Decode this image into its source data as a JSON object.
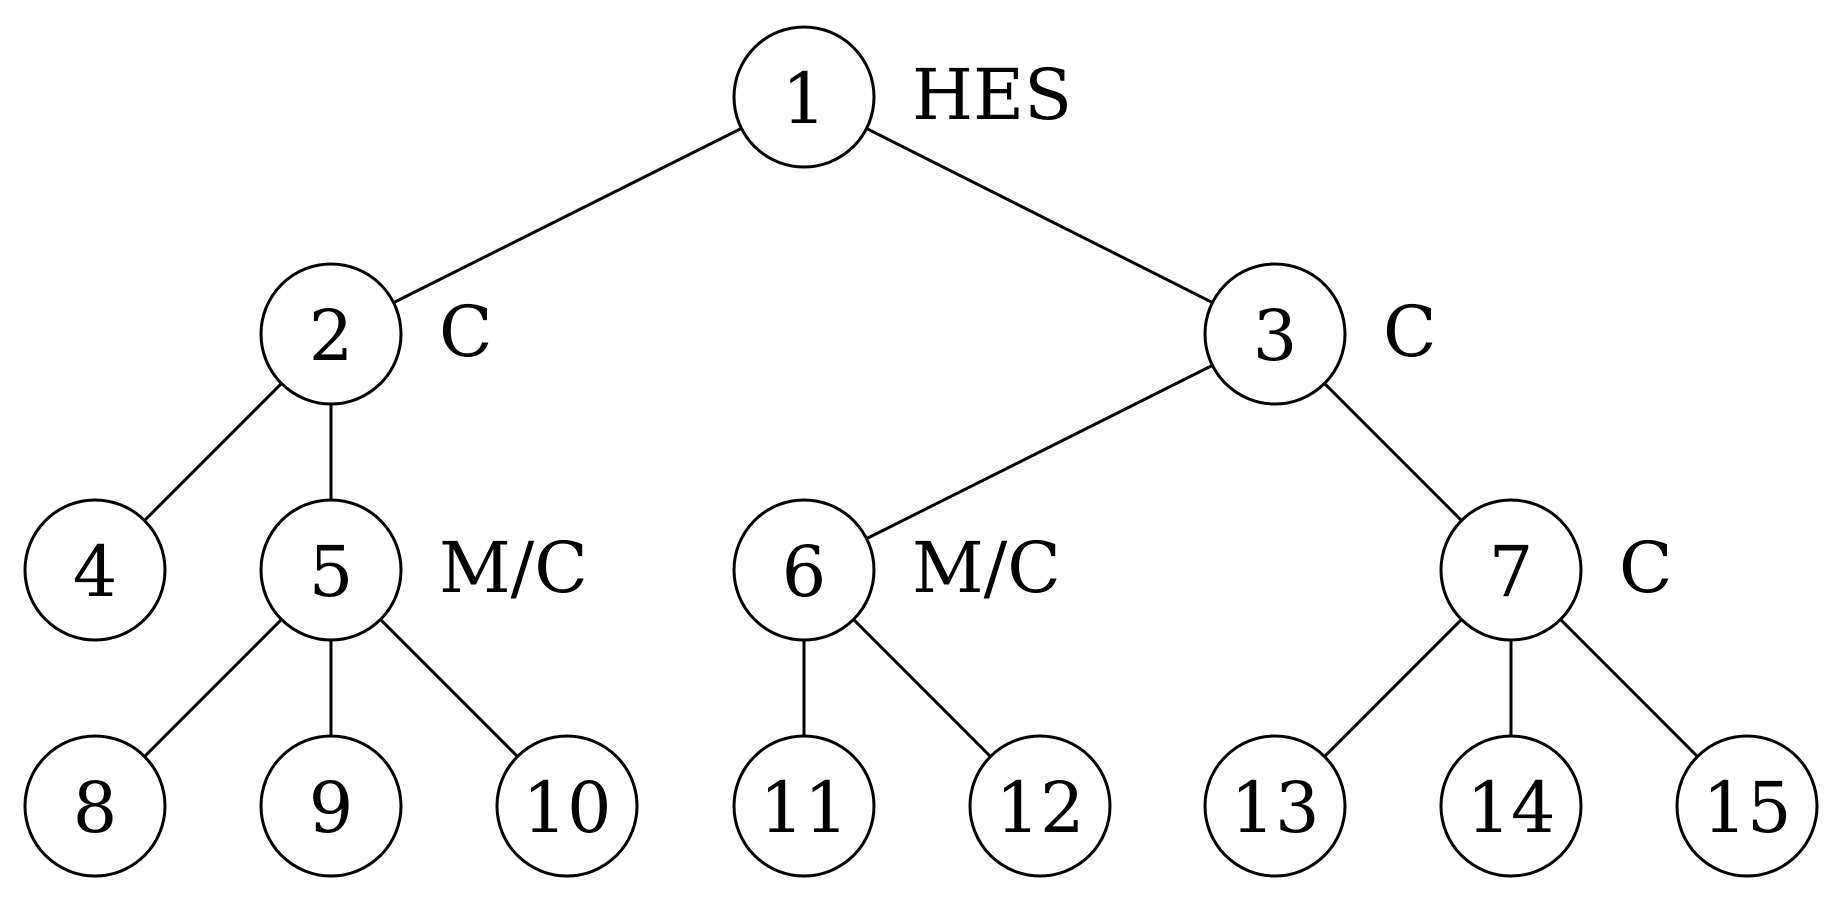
{
  "tree": {
    "nodes": [
      {
        "id": "1",
        "label": "1",
        "tag": "HES"
      },
      {
        "id": "2",
        "label": "2",
        "tag": "C"
      },
      {
        "id": "3",
        "label": "3",
        "tag": "C"
      },
      {
        "id": "4",
        "label": "4",
        "tag": ""
      },
      {
        "id": "5",
        "label": "5",
        "tag": "M/C"
      },
      {
        "id": "6",
        "label": "6",
        "tag": "M/C"
      },
      {
        "id": "7",
        "label": "7",
        "tag": "C"
      },
      {
        "id": "8",
        "label": "8",
        "tag": ""
      },
      {
        "id": "9",
        "label": "9",
        "tag": ""
      },
      {
        "id": "10",
        "label": "10",
        "tag": ""
      },
      {
        "id": "11",
        "label": "11",
        "tag": ""
      },
      {
        "id": "12",
        "label": "12",
        "tag": ""
      },
      {
        "id": "13",
        "label": "13",
        "tag": ""
      },
      {
        "id": "14",
        "label": "14",
        "tag": ""
      },
      {
        "id": "15",
        "label": "15",
        "tag": ""
      }
    ],
    "edges": [
      {
        "from": "1",
        "to": "2"
      },
      {
        "from": "1",
        "to": "3"
      },
      {
        "from": "2",
        "to": "4"
      },
      {
        "from": "2",
        "to": "5"
      },
      {
        "from": "3",
        "to": "6"
      },
      {
        "from": "3",
        "to": "7"
      },
      {
        "from": "5",
        "to": "8"
      },
      {
        "from": "5",
        "to": "9"
      },
      {
        "from": "5",
        "to": "10"
      },
      {
        "from": "6",
        "to": "11"
      },
      {
        "from": "6",
        "to": "12"
      },
      {
        "from": "7",
        "to": "13"
      },
      {
        "from": "7",
        "to": "14"
      },
      {
        "from": "7",
        "to": "15"
      }
    ]
  }
}
